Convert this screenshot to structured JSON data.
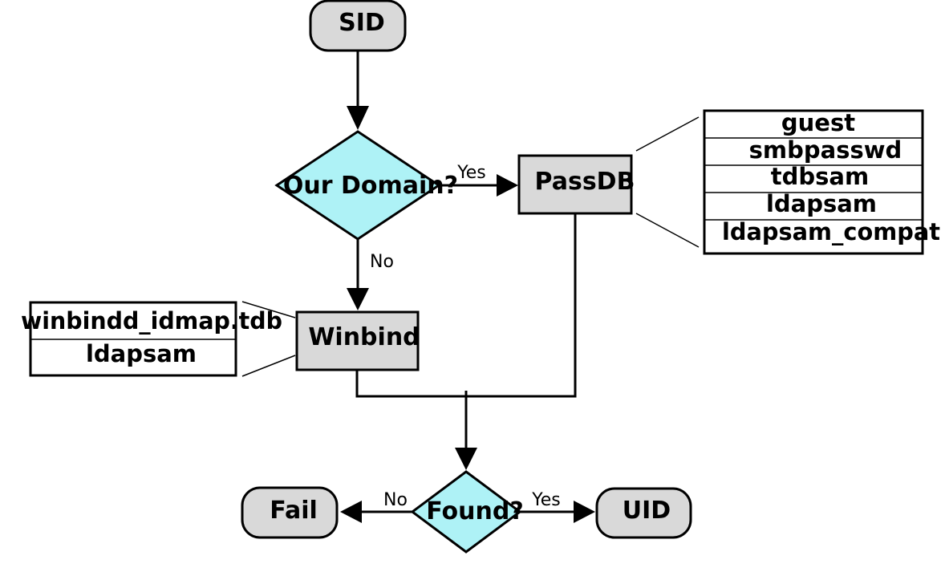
{
  "colors": {
    "process_fill": "#d9d9d9",
    "decision_fill": "#aef2f6",
    "stroke": "#000000",
    "background": "#ffffff"
  },
  "nodes": {
    "sid": "SID",
    "our_domain": "Our Domain?",
    "passdb": "PassDB",
    "winbind": "Winbind",
    "found": "Found?",
    "fail": "Fail",
    "uid": "UID"
  },
  "edge_labels": {
    "domain_yes": "Yes",
    "domain_no": "No",
    "found_yes": "Yes",
    "found_no": "No"
  },
  "passdb_backends": [
    "guest",
    "smbpasswd",
    "tdbsam",
    "ldapsam",
    "ldapsam_compat"
  ],
  "winbind_backends": [
    "winbindd_idmap.tdb",
    "ldapsam"
  ]
}
